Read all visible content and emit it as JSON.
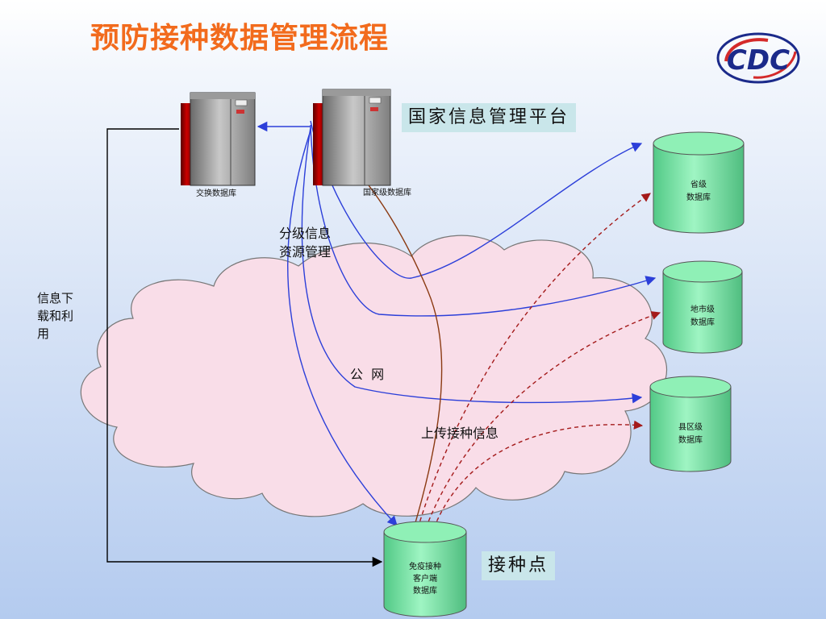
{
  "title": "预防接种数据管理流程",
  "national_platform_label": "国家信息管理平台",
  "vaccination_point_label": "接种点",
  "servers": {
    "exchange": "交换数据库",
    "national": "国家级数据库"
  },
  "databases": {
    "province": [
      "省级",
      "数据库"
    ],
    "city": [
      "地市级",
      "数据库"
    ],
    "county": [
      "县区级",
      "数据库"
    ],
    "client": [
      "免疫接种",
      "客户端",
      "数据库"
    ]
  },
  "labels": {
    "graded_mgmt": [
      "分级信息",
      "资源管理"
    ],
    "public_net": "公  网",
    "upload": "上传接种信息",
    "download": [
      "信息下",
      "载和利",
      "用"
    ]
  },
  "logo": {
    "text": "CDC",
    "color": "#1b2a8a",
    "accent": "#d42a2a"
  },
  "colors": {
    "title": "#f26b1d",
    "cloud": "#f9dde8",
    "cylinder": "#7ee8a8",
    "blue_arrow": "#2c3fd9",
    "red_arrow": "#a41a1a",
    "brown_arrow": "#8b3a12"
  }
}
